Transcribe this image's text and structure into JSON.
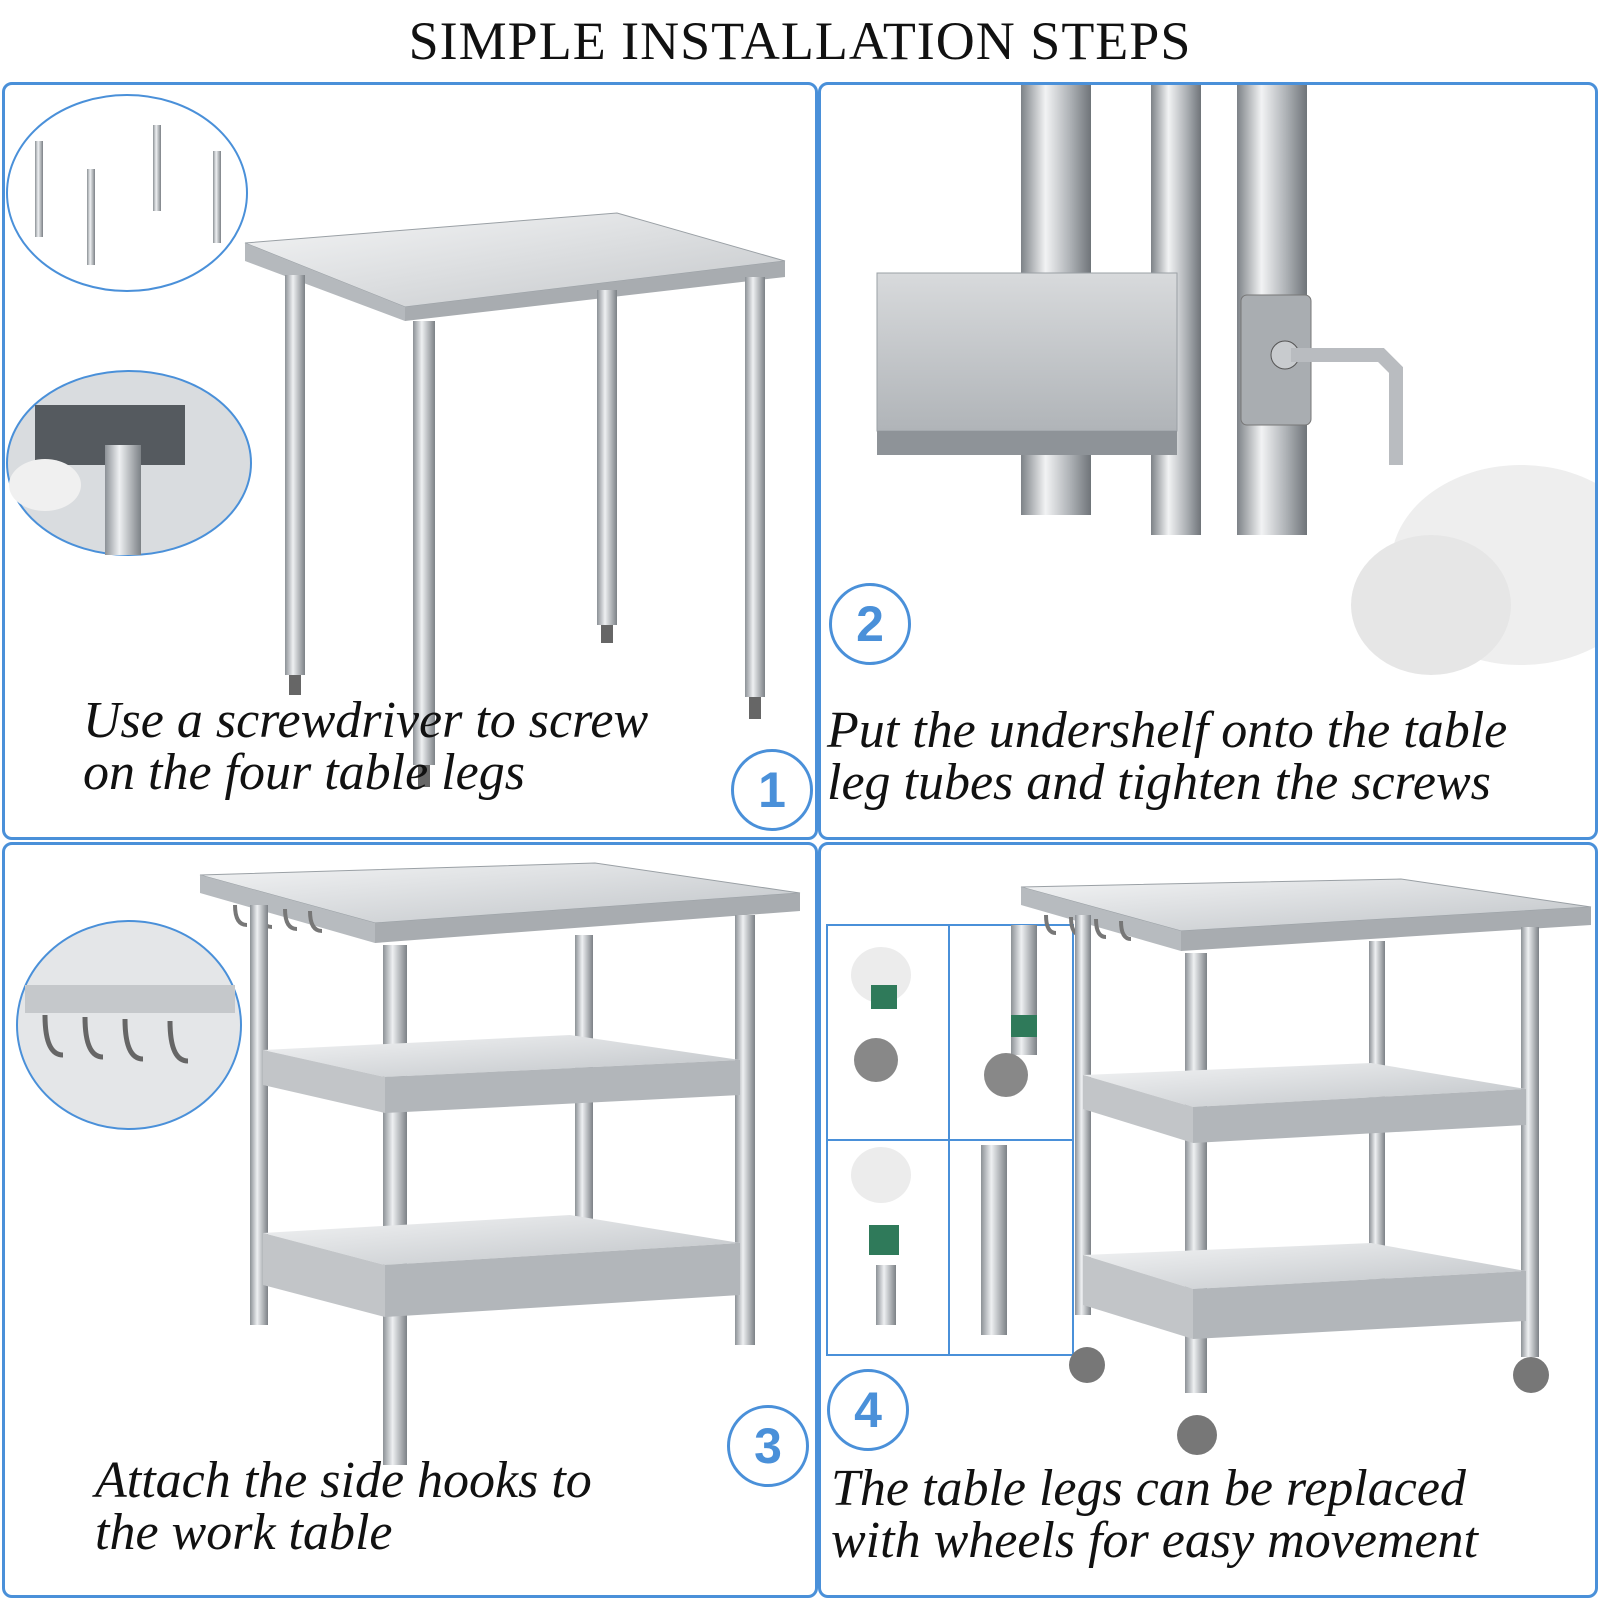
{
  "header": {
    "title": "SIMPLE INSTALLATION STEPS"
  },
  "steps": [
    {
      "number": "1",
      "caption": "Use a screwdriver to screw\non the four table legs"
    },
    {
      "number": "2",
      "caption": "Put the undershelf onto the table\nleg tubes and tighten the screws"
    },
    {
      "number": "3",
      "caption": "Attach the side hooks to\nthe work table"
    },
    {
      "number": "4",
      "caption": "The table legs can be replaced\nwith wheels for easy movement"
    }
  ],
  "colors": {
    "accent": "#4a90d9",
    "steel": "#c9ccd0",
    "glove": "#eeeeee"
  }
}
